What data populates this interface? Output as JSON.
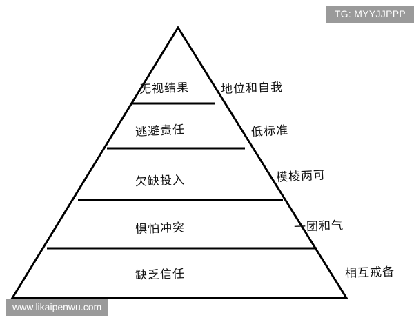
{
  "meta": {
    "background_color": "#ffffff",
    "stroke_color": "#000000",
    "badge_color": "#9a9a9a",
    "badge_text_color": "#ffffff"
  },
  "badge": {
    "text": "TG: MYYJJPPP"
  },
  "watermark": {
    "text": "www.likaipenwu.com"
  },
  "diagram": {
    "type": "pyramid",
    "levels": [
      {
        "inner_label": "无视结果",
        "side_label": "地位和自我"
      },
      {
        "inner_label": "逃避责任",
        "side_label": "低标准"
      },
      {
        "inner_label": "欠缺投入",
        "side_label": "模棱两可"
      },
      {
        "inner_label": "惧怕冲突",
        "side_label": "一团和气"
      },
      {
        "inner_label": "缺乏信任",
        "side_label": "相互戒备"
      }
    ]
  }
}
